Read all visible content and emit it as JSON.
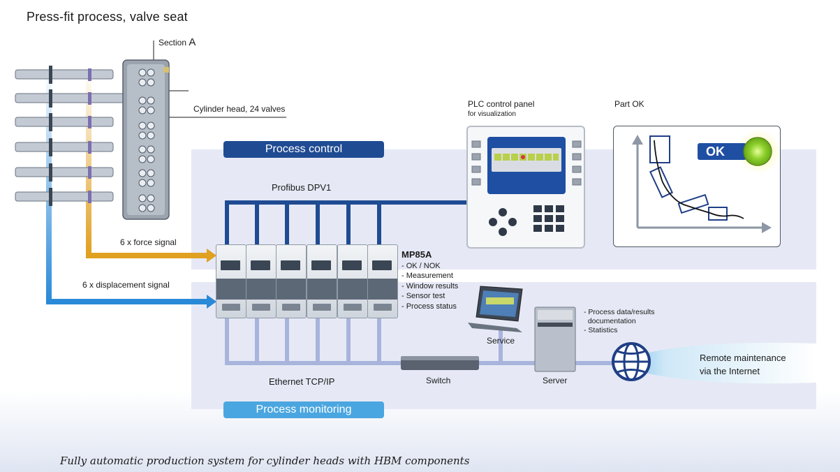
{
  "title": "Press-fit process, valve seat",
  "section_label": "Section",
  "section_letter": "A",
  "cylinder_head_label": "Cylinder head, 24 valves",
  "plc_title": "PLC control panel",
  "plc_subtitle": "for visualization",
  "part_ok_label": "Part OK",
  "ok_text": "OK",
  "process_control": "Process control",
  "process_monitoring": "Process monitoring",
  "profibus": "Profibus DPV1",
  "force_signal": "6 x force signal",
  "displacement_signal": "6 x displacement signal",
  "mp85a": {
    "name": "MP85A",
    "items": [
      "- OK / NOK",
      "- Measurement",
      "- Window results",
      "- Sensor test",
      "- Process status"
    ]
  },
  "service_label": "Service",
  "switch_label": "Switch",
  "server_label": "Server",
  "ethernet_label": "Ethernet TCP/IP",
  "server_items": [
    "- Process data/results",
    "  documentation",
    "- Statistics"
  ],
  "remote": [
    "Remote maintenance",
    "via the Internet"
  ],
  "caption": "Fully automatic production system for cylinder heads with HBM components",
  "colors": {
    "profibus_blue": "#1f4b93",
    "force_orange": "#e0a020",
    "displacement_blue": "#2a8ad8",
    "ethernet_light": "#a8b4dc",
    "ok_green": "#9bd23c"
  }
}
